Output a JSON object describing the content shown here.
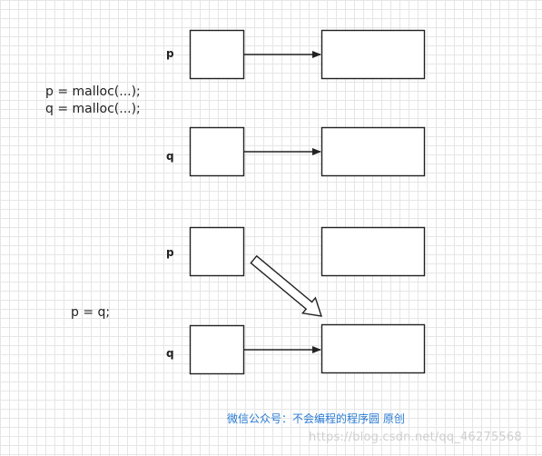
{
  "code": {
    "line1": "p = malloc(...);",
    "line2": "q = malloc(...);",
    "line3": "p = q;"
  },
  "labels": {
    "p1": "p",
    "q1": "q",
    "p2": "p",
    "q2": "q"
  },
  "caption": "微信公众号：不会编程的程序圆 原创",
  "watermark": "https://blog.csdn.net/qq_46275568"
}
